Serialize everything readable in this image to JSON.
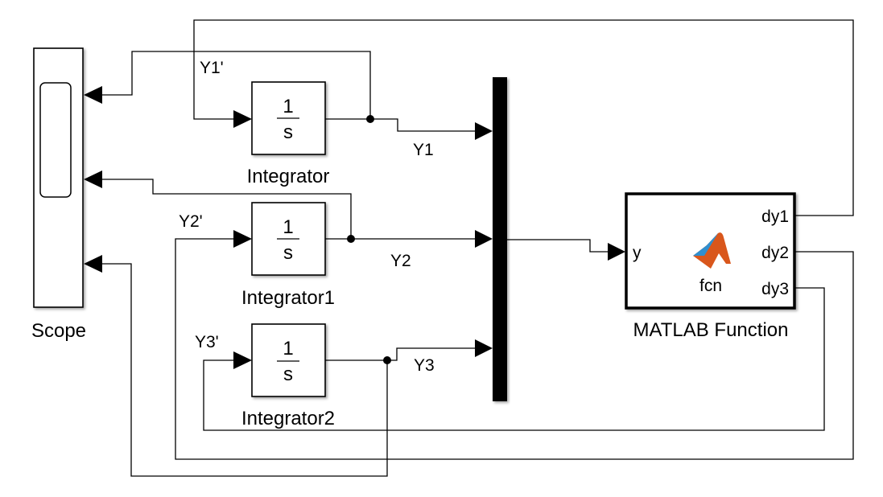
{
  "blocks": {
    "scope": {
      "label": "Scope"
    },
    "integrator": {
      "label": "Integrator",
      "numerator": "1",
      "denominator": "s"
    },
    "integrator1": {
      "label": "Integrator1",
      "numerator": "1",
      "denominator": "s"
    },
    "integrator2": {
      "label": "Integrator2",
      "numerator": "1",
      "denominator": "s"
    },
    "matlab_function": {
      "label": "MATLAB Function",
      "function_name": "fcn",
      "input_port": "y",
      "output_ports": [
        "dy1",
        "dy2",
        "dy3"
      ],
      "logo_colors": {
        "orange": "#d9571c",
        "blue": "#2f8fcf"
      }
    }
  },
  "signals": {
    "y1": "Y1",
    "y2": "Y2",
    "y3": "Y3",
    "y1_dot": "Y1'",
    "y2_dot": "Y2'",
    "y3_dot": "Y3'"
  }
}
